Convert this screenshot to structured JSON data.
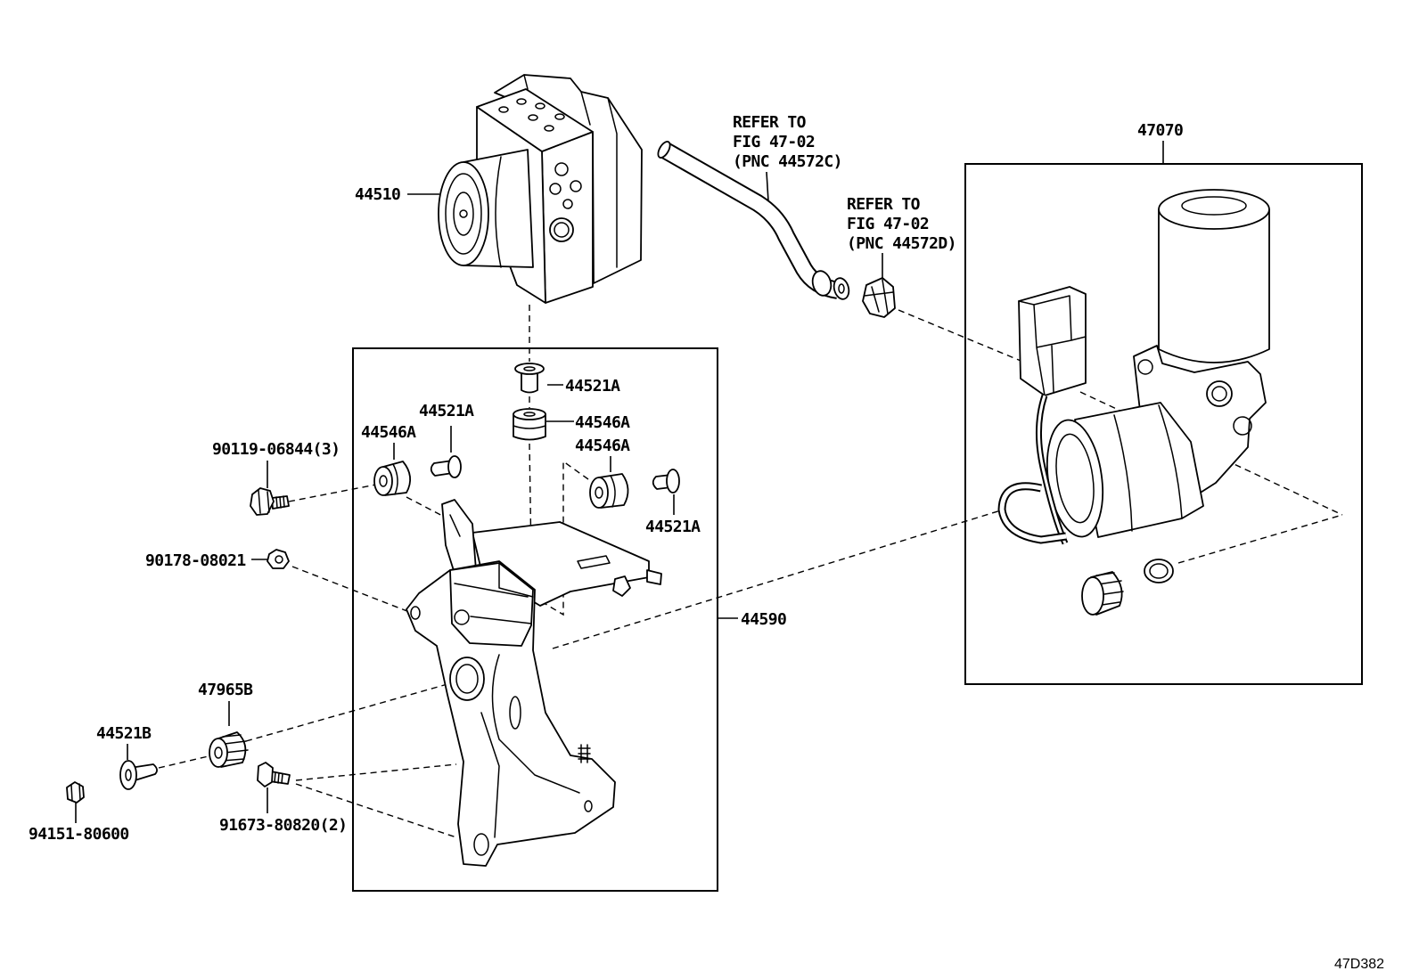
{
  "callouts": {
    "abs_actuator": "44510",
    "compressor_assembly": "47070",
    "bracket": "44590",
    "collar_center": "44521A",
    "collar_left": "44521A",
    "collar_right": "44521A",
    "grommet_center": "44546A",
    "grommet_left": "44546A",
    "grommet_right": "44546A",
    "bolt_upper": "90119-06844(3)",
    "nut_upper": "90178-08021",
    "cushion": "47965B",
    "collar_lower": "44521B",
    "nut_lower": "94151-80600",
    "bolt_lower": "91673-80820(2)"
  },
  "references": [
    {
      "lines": [
        "REFER TO",
        "FIG 47-02",
        "(PNC 44572C)"
      ]
    },
    {
      "lines": [
        "REFER TO",
        "FIG 47-02",
        "(PNC 44572D)"
      ]
    }
  ],
  "figure_code": "47D382"
}
